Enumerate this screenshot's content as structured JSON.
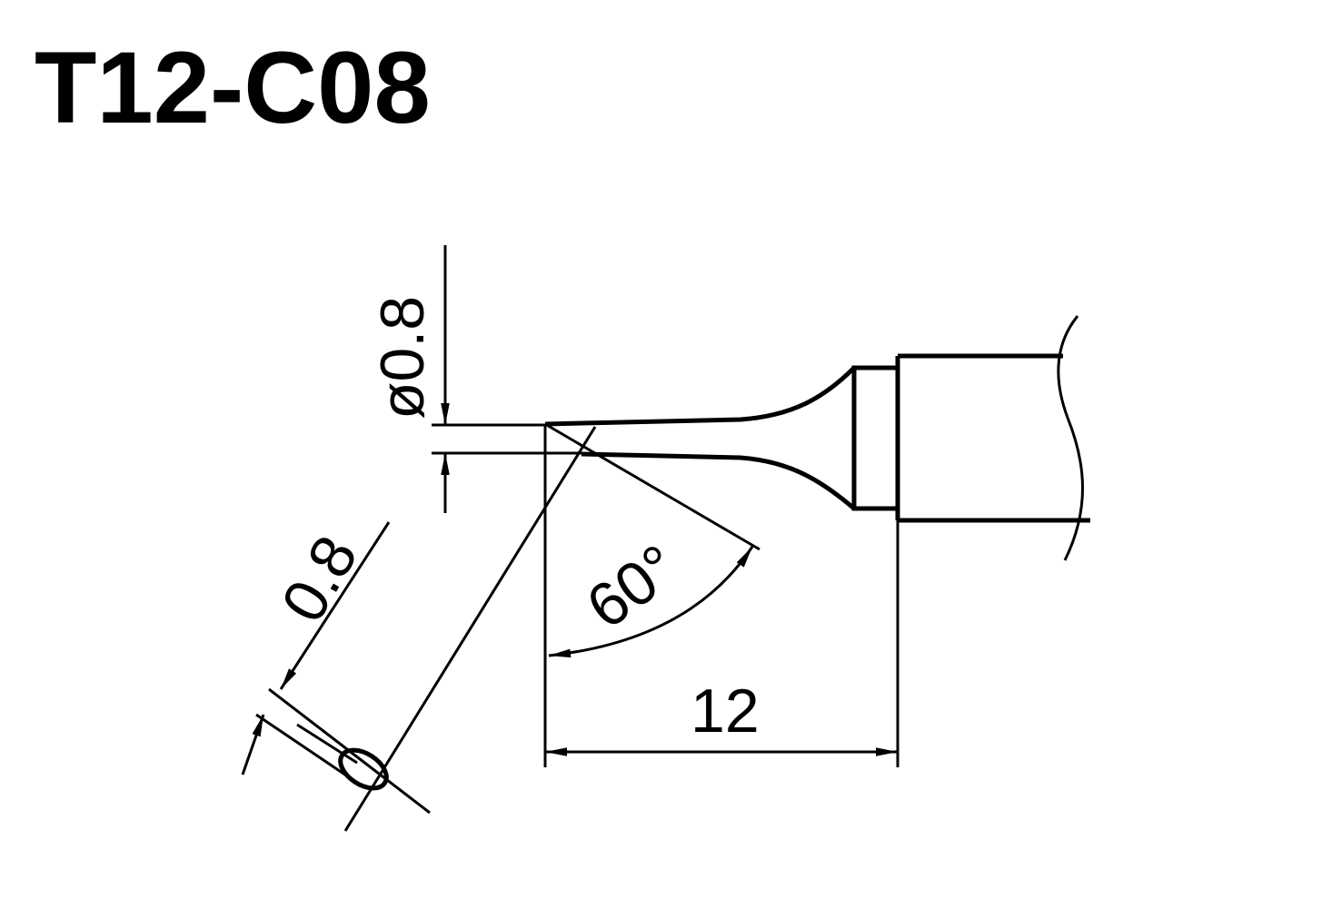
{
  "title": "T12-C08",
  "dimensions": {
    "tip_diameter": "ø0.8",
    "bevel_width": "0.8",
    "angle": "60°",
    "length": "12"
  },
  "colors": {
    "line": "#000000",
    "background": "#ffffff"
  }
}
